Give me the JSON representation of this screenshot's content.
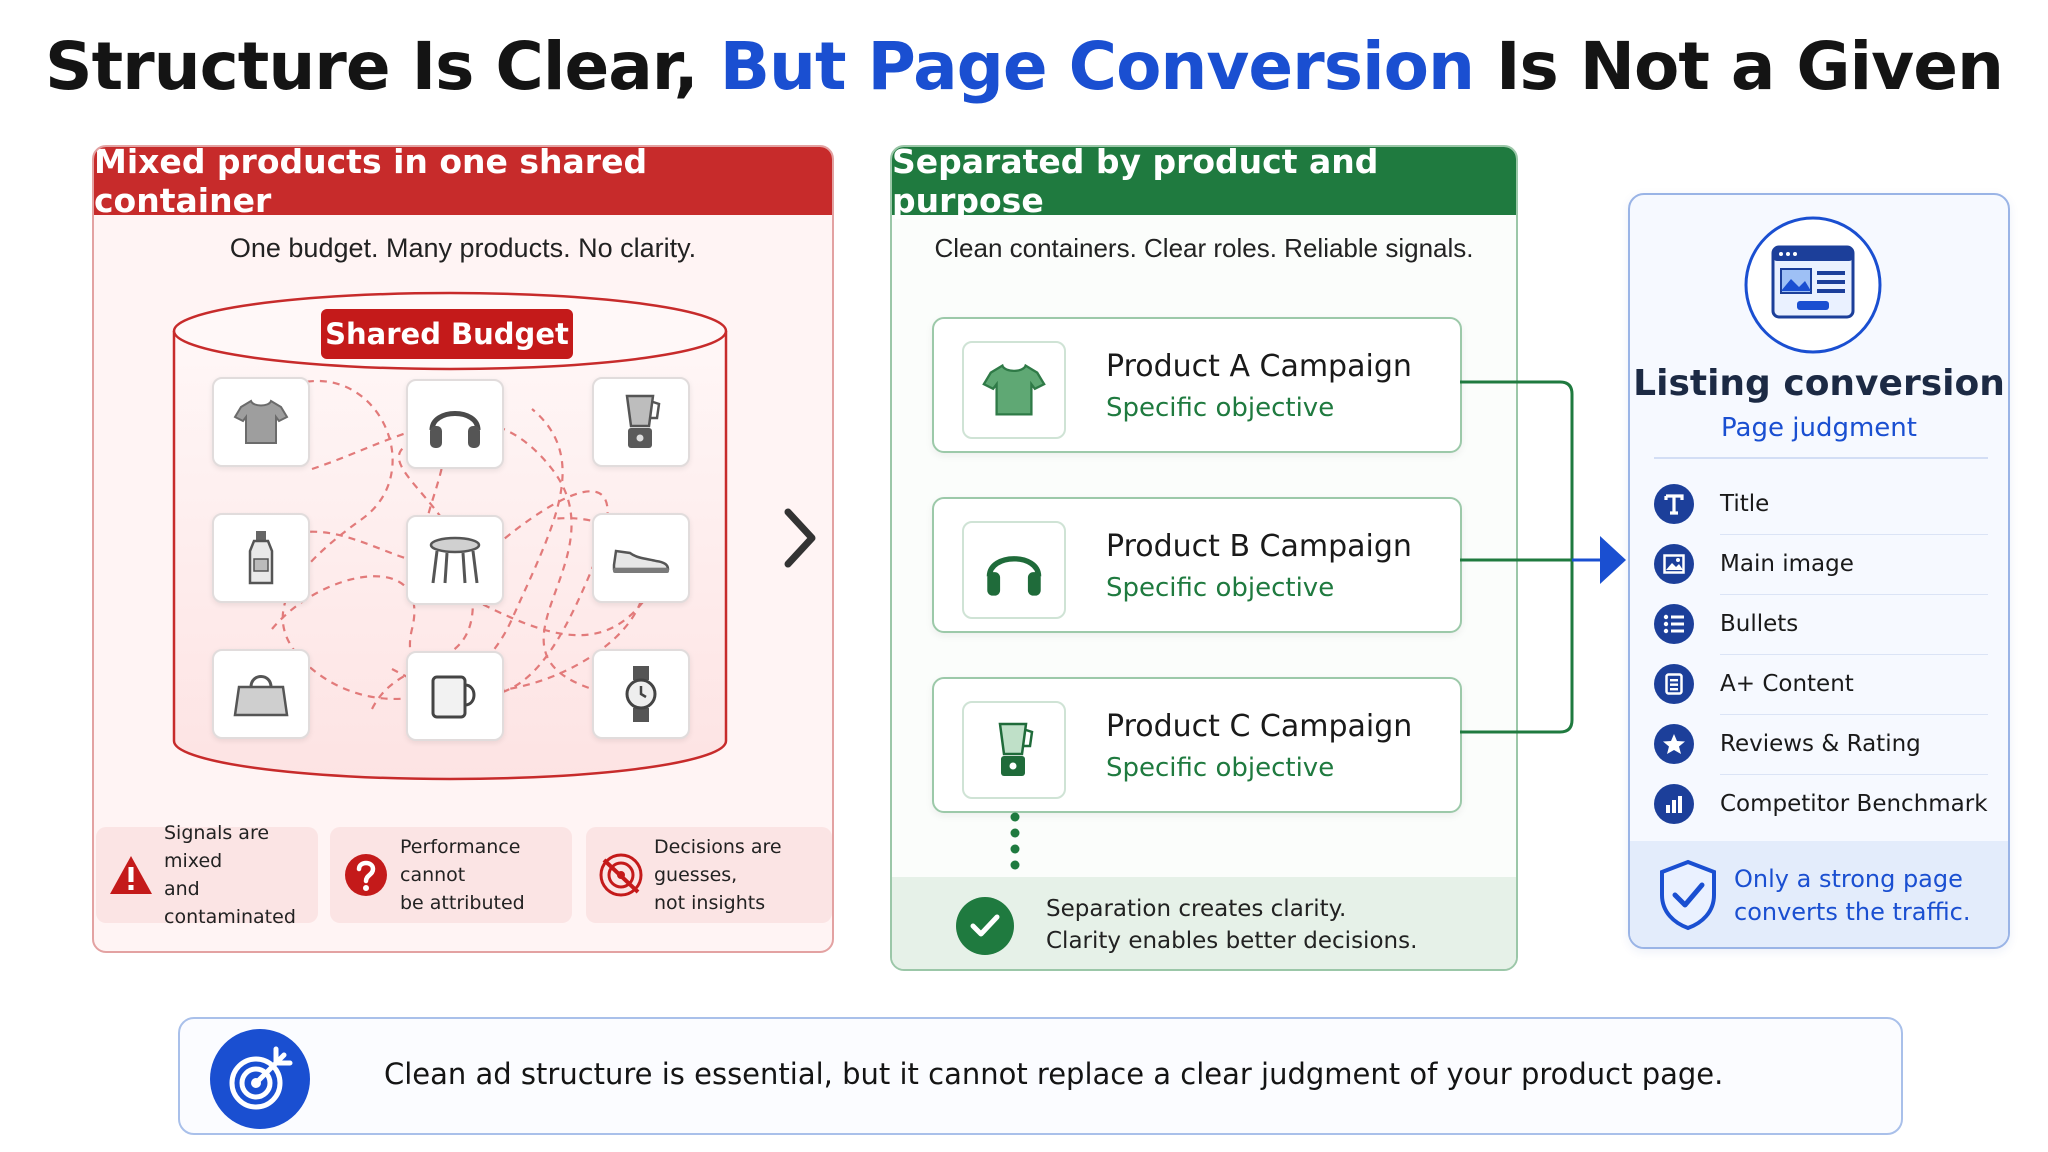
{
  "title": {
    "part1": "Structure Is Clear, ",
    "highlight": "But Page Conversion",
    "part2": " Is Not a Given"
  },
  "left_panel": {
    "header": "Mixed products in one shared container",
    "subtitle": "One budget. Many products.  No clarity.",
    "budget_tag": "Shared Budget",
    "products": [
      "tshirt-icon",
      "headphones-icon",
      "blender-icon",
      "bottle-icon",
      "stool-icon",
      "sneaker-icon",
      "handbag-icon",
      "mug-icon",
      "watch-icon"
    ],
    "issues": [
      {
        "line1": "Signals are mixed",
        "line2": "and contaminated",
        "icon": "warning-icon"
      },
      {
        "line1": "Performance cannot",
        "line2": "be attributed",
        "icon": "question-icon"
      },
      {
        "line1": "Decisions are guesses,",
        "line2": "not insights",
        "icon": "crossed-target-icon"
      }
    ],
    "accent": "#c72b2b"
  },
  "middle_panel": {
    "header": "Separated by product and purpose",
    "subtitle": "Clean containers. Clear roles. Reliable signals.",
    "campaigns": [
      {
        "name": "Product A Campaign",
        "objective": "Specific objective",
        "icon": "tshirt-icon"
      },
      {
        "name": "Product B Campaign",
        "objective": "Specific objective",
        "icon": "headphones-icon"
      },
      {
        "name": "Product C Campaign",
        "objective": "Specific objective",
        "icon": "blender-icon"
      }
    ],
    "footer_line1": "Separation creates clarity.",
    "footer_line2": "Clarity enables better decisions.",
    "accent": "#1f7a3f"
  },
  "right_panel": {
    "title": "Listing conversion",
    "subtitle": "Page judgment",
    "items": [
      {
        "label": "Title",
        "icon": "text-icon"
      },
      {
        "label": "Main image",
        "icon": "image-icon"
      },
      {
        "label": "Bullets",
        "icon": "list-icon"
      },
      {
        "label": "A+ Content",
        "icon": "document-icon"
      },
      {
        "label": "Reviews & Rating",
        "icon": "star-icon"
      },
      {
        "label": "Competitor Benchmark",
        "icon": "bar-chart-icon"
      }
    ],
    "footer_line1": "Only a strong page",
    "footer_line2": "converts the traffic.",
    "accent": "#1a4fd1"
  },
  "banner": {
    "text": "Clean ad structure is essential, but it cannot replace a clear judgment of your product page."
  }
}
